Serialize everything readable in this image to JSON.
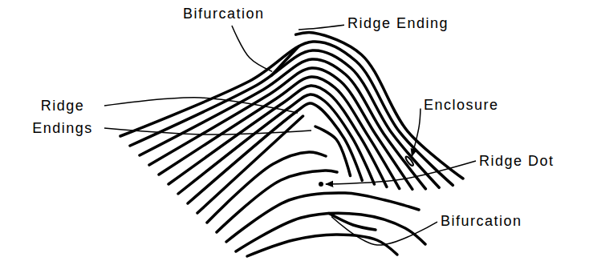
{
  "diagram": {
    "labels": [
      "Bifurcation",
      "Ridge Ending",
      "Ridge Endings",
      "Enclosure",
      "Ridge Dot",
      "Bifurcation"
    ]
  }
}
